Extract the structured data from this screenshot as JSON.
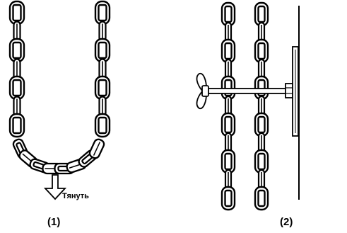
{
  "diagram": {
    "pull_label": "Тянуть",
    "caption_1": "(1)",
    "caption_2": "(2)"
  },
  "colors": {
    "ink": "#000000",
    "background": "#ffffff"
  }
}
